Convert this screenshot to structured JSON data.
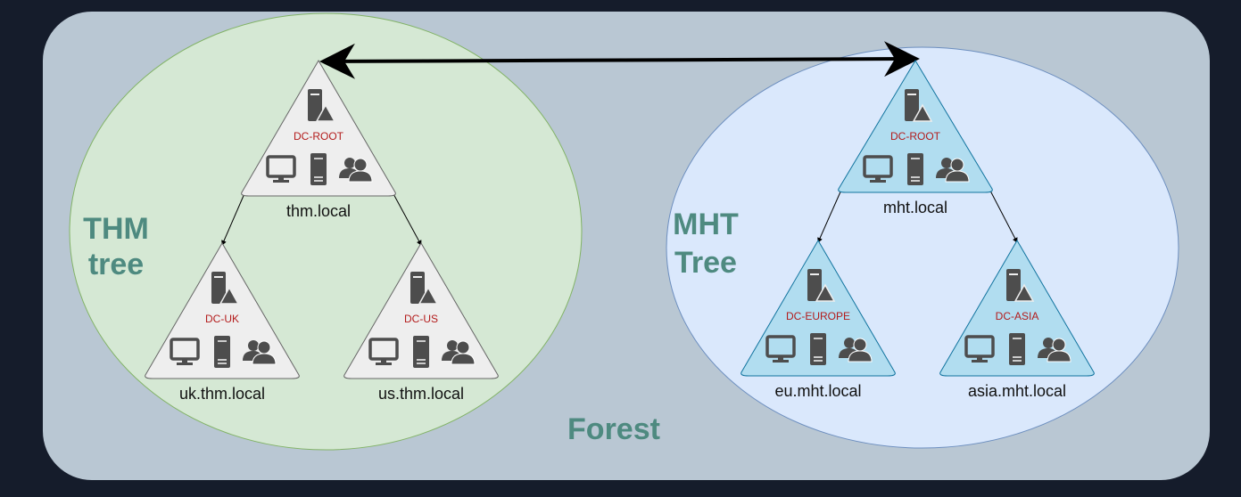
{
  "forest": {
    "label": "Forest"
  },
  "trees": [
    {
      "title_line1": "THM",
      "title_line2": "tree",
      "nodes": [
        {
          "dc": "DC-ROOT",
          "domain": "thm.local"
        },
        {
          "dc": "DC-UK",
          "domain": "uk.thm.local"
        },
        {
          "dc": "DC-US",
          "domain": "us.thm.local"
        }
      ]
    },
    {
      "title_line1": "MHT",
      "title_line2": "Tree",
      "nodes": [
        {
          "dc": "DC-ROOT",
          "domain": "mht.local"
        },
        {
          "dc": "DC-EUROPE",
          "domain": "eu.mht.local"
        },
        {
          "dc": "DC-ASIA",
          "domain": "asia.mht.local"
        }
      ]
    }
  ],
  "colors": {
    "background": "#151c2b",
    "forest": "#b9c7d3",
    "thm_tree": "#d5e8d4",
    "mht_tree": "#dae8fc",
    "thm_node": "#eeeeee",
    "mht_node": "#b1ddf0",
    "title": "#4e8a80",
    "dc_label": "#b31b1b",
    "icon": "#4d4d4d"
  }
}
